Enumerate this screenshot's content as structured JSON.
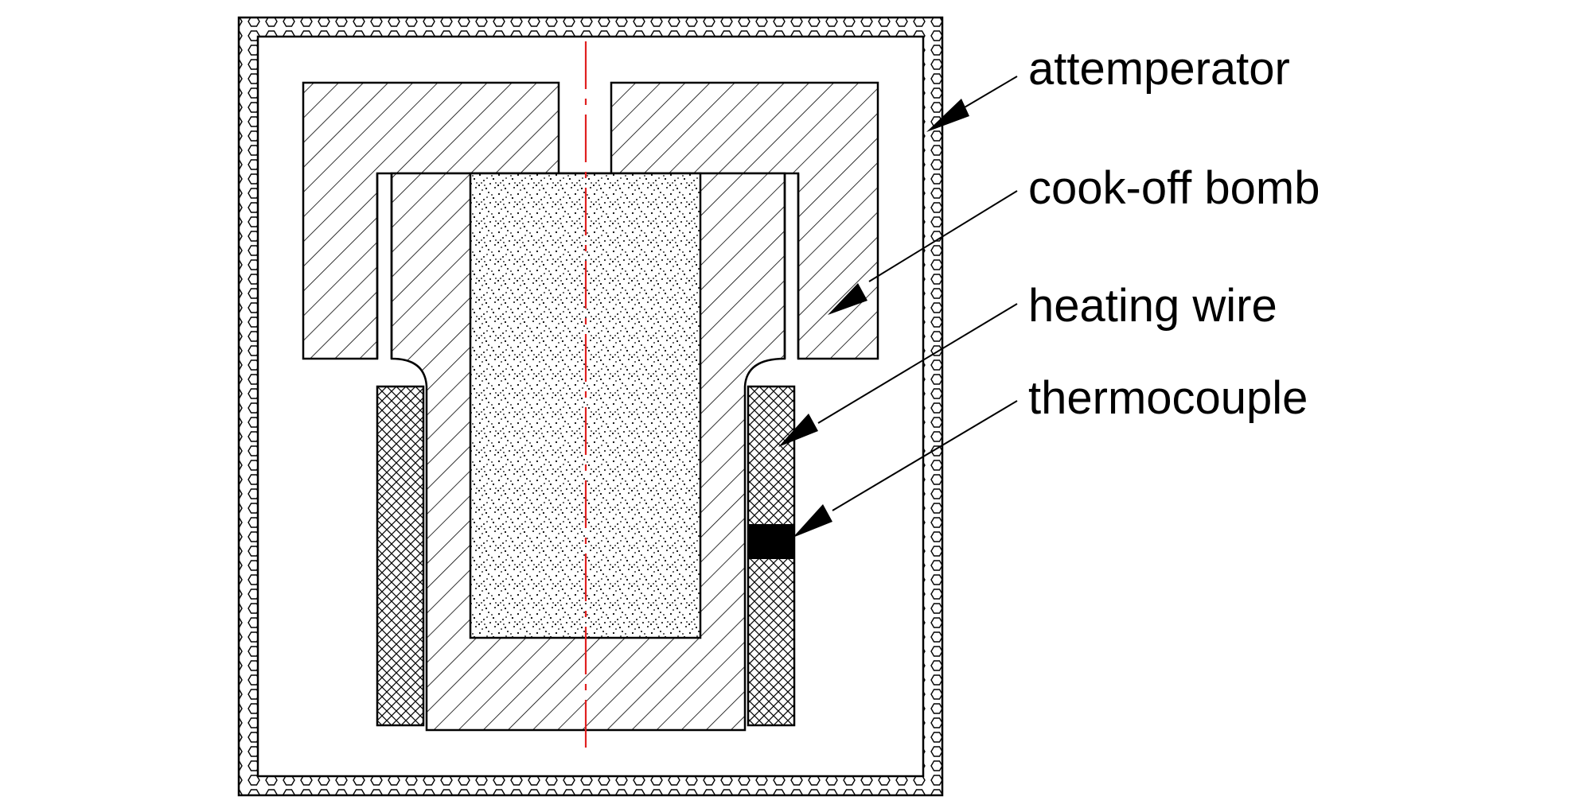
{
  "labels": {
    "attemperator": "attemperator",
    "cook_off_bomb": "cook-off bomb",
    "heating_wire": "heating wire",
    "thermocouple": "thermocouple"
  },
  "colors": {
    "line": "#000000",
    "centerline": "#e02020",
    "background": "#ffffff",
    "thermocouple_fill": "#000000"
  }
}
